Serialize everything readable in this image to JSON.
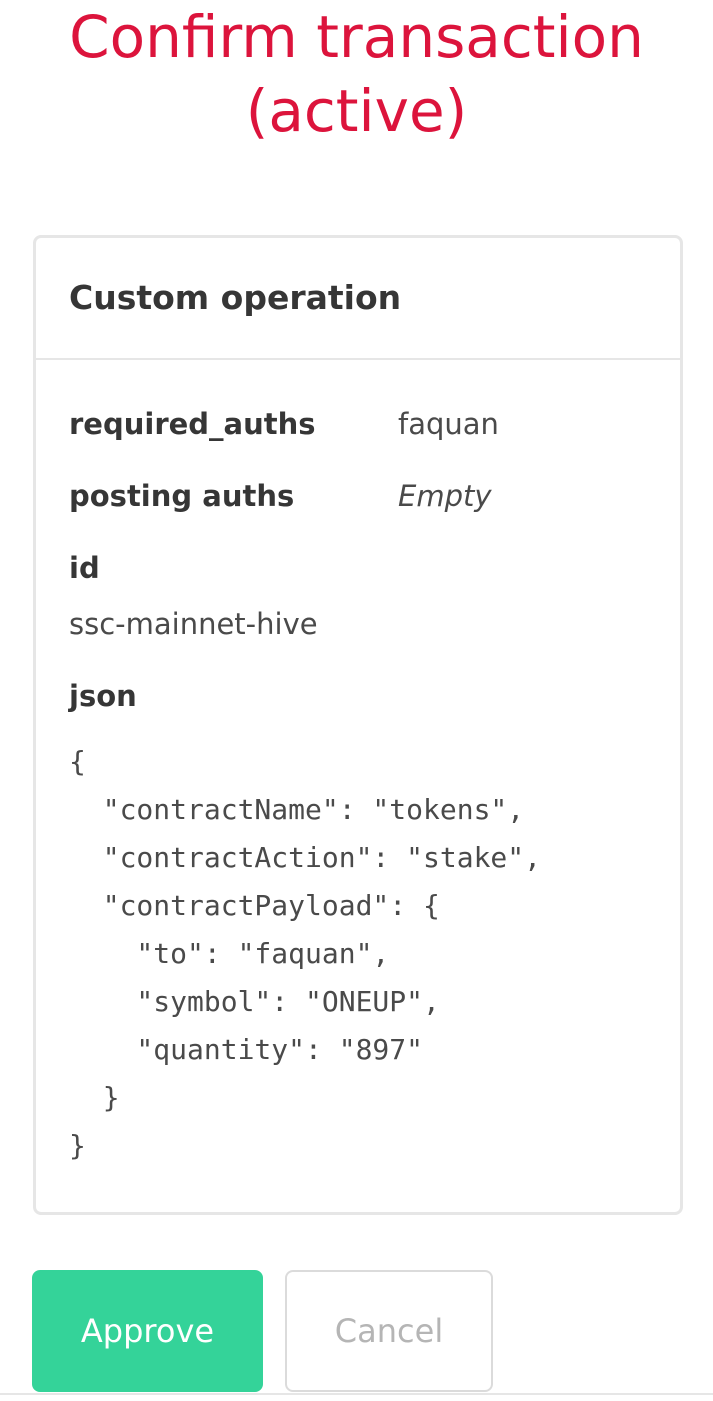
{
  "page": {
    "title": "Confirm transaction (active)"
  },
  "card": {
    "title": "Custom operation",
    "fields": {
      "required_auths": {
        "label": "required_auths",
        "value": "faquan"
      },
      "posting_auths": {
        "label": "posting auths",
        "value": "Empty"
      },
      "id": {
        "label": "id",
        "value": "ssc-mainnet-hive"
      },
      "json": {
        "label": "json",
        "value": "{\n  \"contractName\": \"tokens\",\n  \"contractAction\": \"stake\",\n  \"contractPayload\": {\n    \"to\": \"faquan\",\n    \"symbol\": \"ONEUP\",\n    \"quantity\": \"897\"\n  }\n}"
      }
    }
  },
  "actions": {
    "approve_label": "Approve",
    "cancel_label": "Cancel"
  },
  "colors": {
    "title": "#dc143c",
    "approve": "#34d399",
    "border": "#e6e6e6"
  }
}
